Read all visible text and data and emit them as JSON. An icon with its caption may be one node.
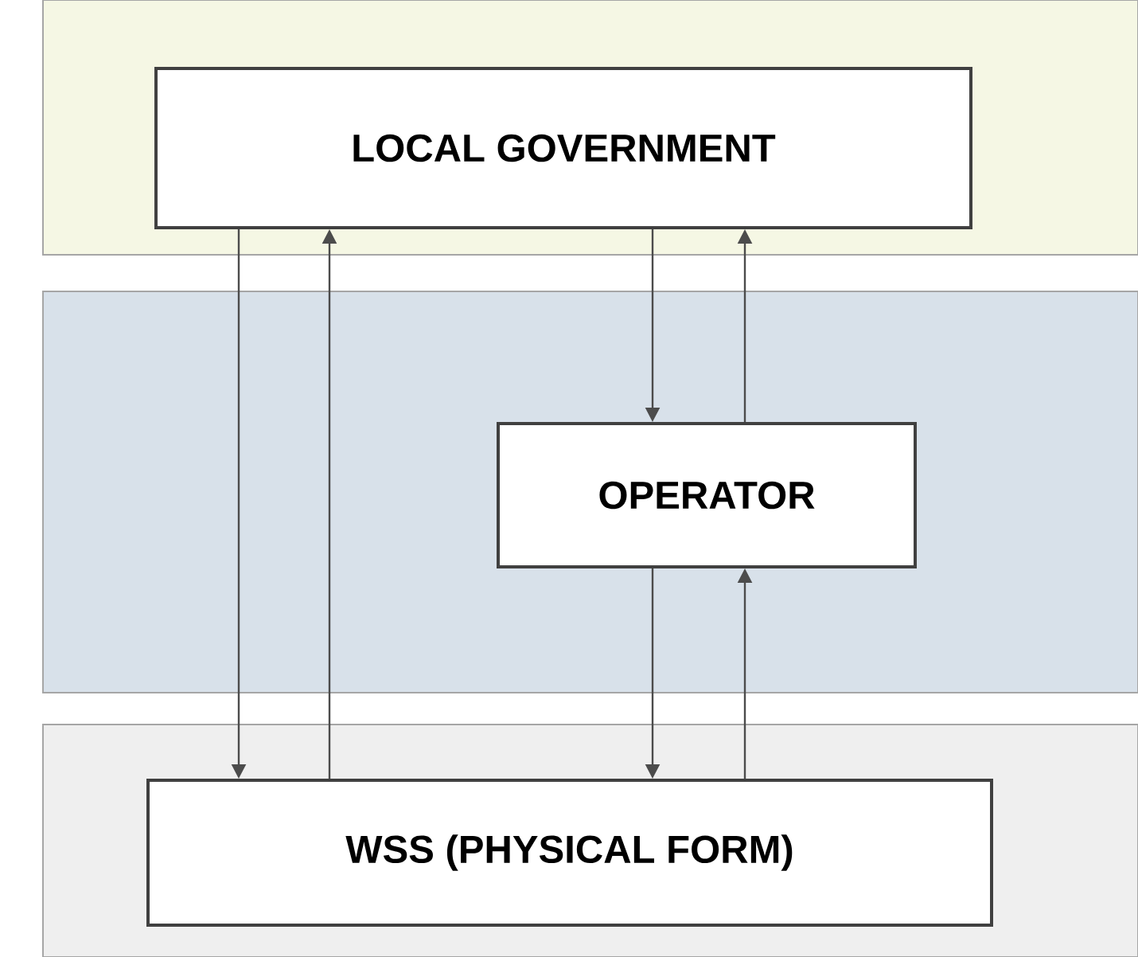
{
  "diagram": {
    "nodes": [
      {
        "text": [],
        "shape": "box"
      },
      {
        "text": [
          "LOCAL GOVERNMENT"
        ],
        "in": 0
      },
      {
        "text": [],
        "shape": "box"
      },
      {
        "text": [
          "OPERATOR"
        ],
        "in": 2
      },
      {
        "text": [],
        "shape": "box"
      },
      {
        "text": [
          "WSS (PHYSICAL FORM)"
        ],
        "in": 4
      }
    ],
    "edges": [
      {
        "from": 1,
        "to": 5,
        "arrow": "to"
      },
      {
        "from": 5,
        "to": 1,
        "arrow": "to"
      },
      {
        "from": 1,
        "to": 3,
        "arrow": "to"
      },
      {
        "from": 3,
        "to": 1,
        "arrow": "to"
      },
      {
        "from": 3,
        "to": 5,
        "arrow": "to"
      },
      {
        "from": 5,
        "to": 3,
        "arrow": "to"
      }
    ]
  }
}
